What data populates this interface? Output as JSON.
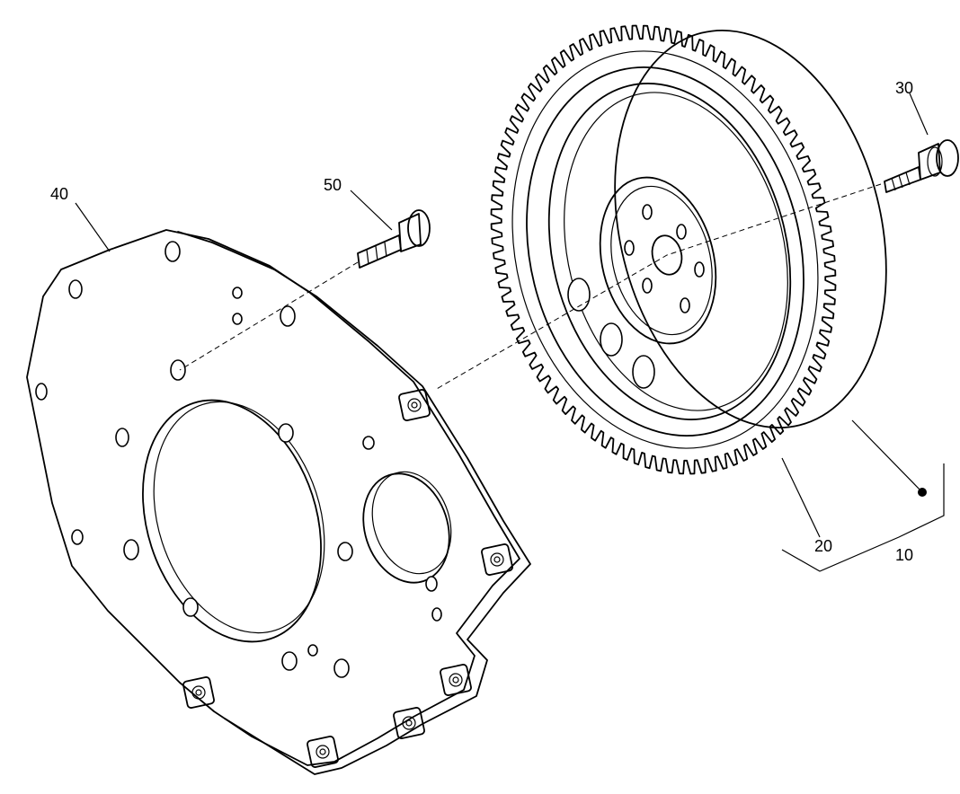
{
  "labels": {
    "part_10": "10",
    "part_20": "20",
    "part_30": "30",
    "part_40": "40",
    "part_50": "50"
  }
}
